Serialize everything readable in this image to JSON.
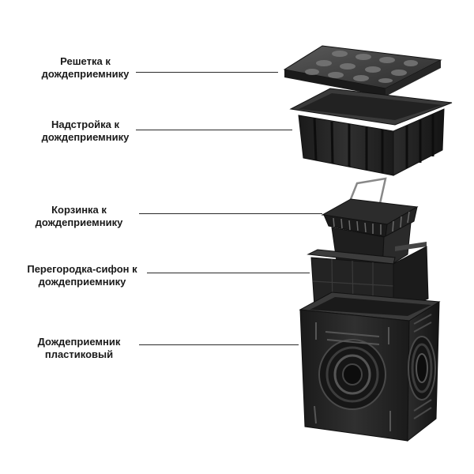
{
  "parts": [
    {
      "id": "grate",
      "line1": "Решетка к",
      "line2": "дождеприемнику"
    },
    {
      "id": "extension",
      "line1": "Надстройка к",
      "line2": "дождеприемнику"
    },
    {
      "id": "basket",
      "line1": "Корзинка к",
      "line2": "дождеприемнику"
    },
    {
      "id": "siphon",
      "line1": "Перегородка-сифон к",
      "line2": "дождеприемнику"
    },
    {
      "id": "body",
      "line1": "Дождеприемник",
      "line2": "пластиковый"
    }
  ],
  "colors": {
    "plastic_dark": "#1c1c1c",
    "plastic_mid": "#2e2e2e",
    "plastic_light": "#4a4a4a",
    "leader": "#2a2a2a"
  }
}
